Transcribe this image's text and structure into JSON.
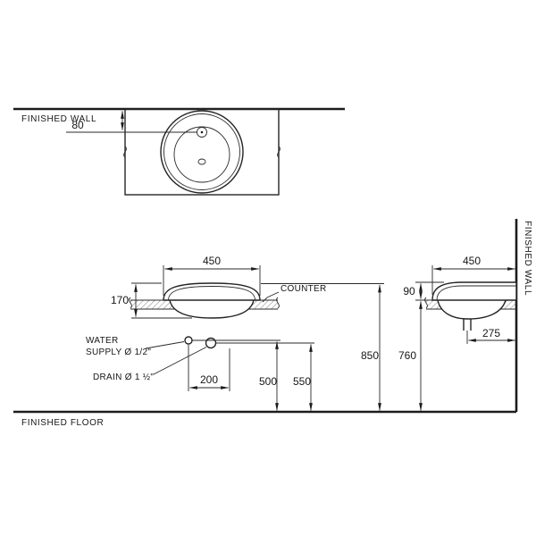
{
  "plan": {
    "wall_label": "FINISHED WALL",
    "dim_faucet_to_wall": "80"
  },
  "front": {
    "dim_width": "450",
    "dim_basin_height": "170",
    "counter_label": "COUNTER",
    "water_supply_label_line1": "WATER",
    "water_supply_label_line2": "SUPPLY Ø 1/2\"",
    "drain_label": "DRAIN Ø 1 ½\"",
    "dim_supply_spacing": "200",
    "dim_supply_height": "500",
    "dim_drain_height": "550",
    "dim_rim_height": "850"
  },
  "side": {
    "dim_depth": "450",
    "dim_rim_above_counter": "90",
    "dim_drain_from_wall": "275",
    "dim_counter_height": "760",
    "wall_label": "FINISHED WALL"
  },
  "floor_label": "FINISHED FLOOR"
}
